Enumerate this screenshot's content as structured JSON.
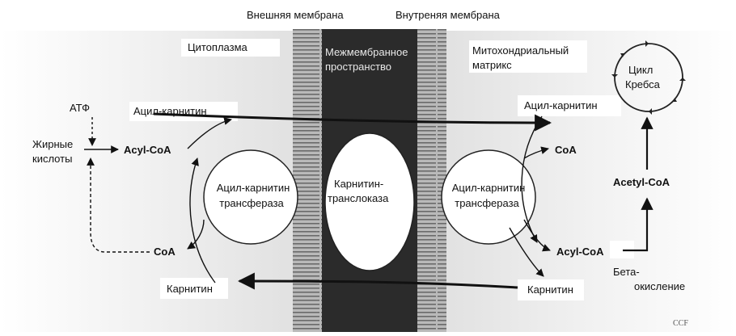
{
  "header": {
    "outer_membrane": "Внешняя мембрана",
    "inner_membrane": "Внутреняя мембрана"
  },
  "regions": {
    "cytoplasm": "Цитоплазма",
    "intermembrane_line1": "Межмембранное",
    "intermembrane_line2": "пространство",
    "matrix_line1": "Митохондриальный",
    "matrix_line2": "матрикс"
  },
  "left": {
    "atp": "АТФ",
    "fatty_acids_line1": "Жирные",
    "fatty_acids_line2": "кислоты",
    "acyl_coa": "Acyl-CoA",
    "acyl_carnitine": "Ацил-карнитин",
    "coa": "CoA",
    "carnitine": "Карнитин",
    "transferase_line1": "Ацил-карнитин",
    "transferase_line2": "трансфераза"
  },
  "center": {
    "translocase_line1": "Карнитин-",
    "translocase_line2": "транслоказа"
  },
  "right": {
    "acyl_carnitine": "Ацил-карнитин",
    "coa": "CoA",
    "acyl_coa": "Acyl-CoA",
    "carnitine": "Карнитин",
    "transferase_line1": "Ацил-карнитин",
    "transferase_line2": "трансфераза",
    "acetyl_coa": "Acetyl-CoA",
    "krebs_line1": "Цикл",
    "krebs_line2": "Кребса",
    "beta_line1": "Бета-",
    "beta_line2": "окисление"
  },
  "footer": {
    "watermark": "CCF"
  }
}
